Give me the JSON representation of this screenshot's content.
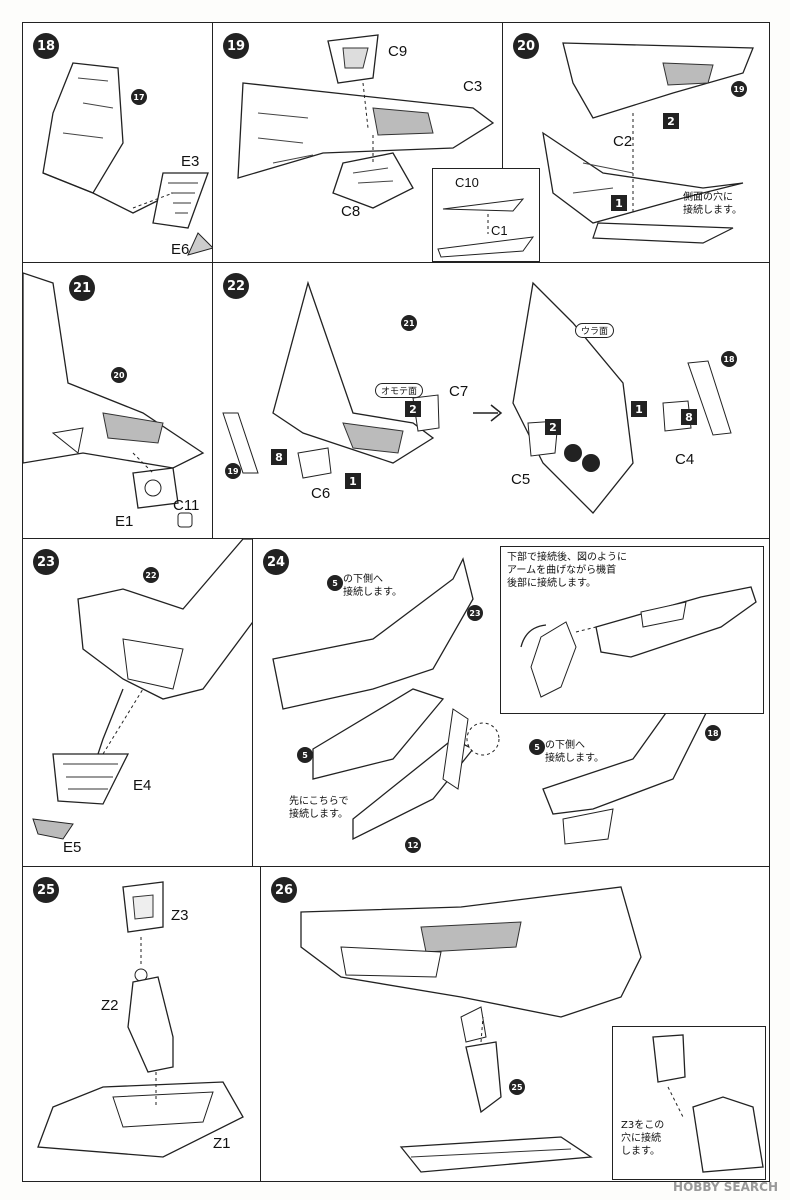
{
  "steps": {
    "s18": {
      "num": "18",
      "ref": "17",
      "parts": [
        "E3",
        "E6"
      ]
    },
    "s19": {
      "num": "19",
      "parts": [
        "C9",
        "C3",
        "C8"
      ]
    },
    "s20": {
      "num": "20",
      "ref": "19",
      "parts": [
        "C2",
        "C10",
        "C1"
      ],
      "sq": [
        "2",
        "1"
      ],
      "note": "側面の穴に\n接続します。"
    },
    "s21": {
      "num": "21",
      "ref": "20",
      "parts": [
        "E1",
        "C11"
      ]
    },
    "s22": {
      "num": "22",
      "ref": "21",
      "ref2": "19",
      "ref3": "18",
      "front": "オモテ面",
      "back": "ウラ面",
      "parts": [
        "C7",
        "C6",
        "C5",
        "C4"
      ],
      "sq": [
        "2",
        "8",
        "1",
        "2",
        "1",
        "8"
      ]
    },
    "s23": {
      "num": "23",
      "ref": "22",
      "parts": [
        "E4",
        "E5"
      ]
    },
    "s24": {
      "num": "24",
      "ref": "23",
      "ref5": "5",
      "ref12": "12",
      "ref18": "18",
      "note_top": "の下側へ\n接続します。",
      "note_bottom": "の下側へ\n接続します。",
      "note_left": "先にこちらで\n接続します。",
      "note_box": "下部で接続後、図のように\nアームを曲げながら機首\n後部に接続します。"
    },
    "s25": {
      "num": "25",
      "parts": [
        "Z3",
        "Z2",
        "Z1"
      ]
    },
    "s26": {
      "num": "26",
      "ref": "25",
      "note": "Z3をこの\n穴に接続\nします。"
    }
  },
  "watermark": "HOBBY SEARCH"
}
